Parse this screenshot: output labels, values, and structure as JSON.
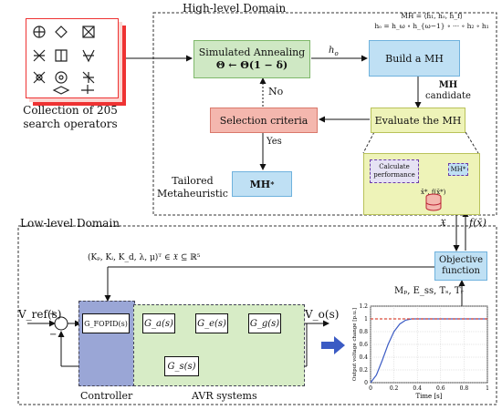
{
  "collection": {
    "caption_line1": "Collection of 205",
    "caption_line2": "search operators",
    "icons": [
      "operator-icon",
      "operator-icon",
      "operator-icon",
      "operator-icon",
      "operator-icon",
      "operator-icon",
      "operator-icon",
      "operator-icon",
      "operator-icon",
      "operator-icon",
      "operator-icon"
    ]
  },
  "high_level": {
    "title": "High-level Domain",
    "sa_line1": "Simulated Annealing",
    "sa_line2": "Θ ← Θ(1 − δ)",
    "h_label": "h",
    "h_sub": "o",
    "build_label": "Build a MH",
    "mh_formula1": "MH = ⟨h₁, hₒ, h_f⟩",
    "mh_formula2": "hₒ = h_ω ∘ h_{ω−1} ∘ ··· ∘ h₂ ∘ h₁",
    "candidate_line1": "MH",
    "candidate_line2": "candidate",
    "evaluate_label": "Evaluate the MH",
    "selection_label": "Selection criteria",
    "no_label": "No",
    "yes_label": "Yes",
    "tailored_line1": "Tailored",
    "tailored_line2": "Metaheuristic",
    "mh_star": "MH",
    "mh_star_sub": "*",
    "calc_line1": "Calculate",
    "calc_line2": "performance",
    "mh_star_small": "MH*",
    "xf_label": "x̄*, f(x̄*)",
    "set_x": "𝔛",
    "f_x": "f(x̄)"
  },
  "low_level": {
    "title": "Low-level Domain",
    "params": "(Kₚ, Kᵢ, K_d, λ, μ)ᵀ ∈ 𝔛 ⊆ ℝ⁵",
    "objective_line1": "Objective",
    "objective_line2": "function",
    "metrics": "Mₚ, E_ss, Tₛ, Tᵣ",
    "vref": "V_ref(s)",
    "gc_label": "G_FOPID(s)",
    "ga_label": "G_a(s)",
    "ge_label": "G_e(s)",
    "gg_label": "G_g(s)",
    "gs_label": "G_s(s)",
    "vo": "V_o(s)",
    "controller": "Controller",
    "avr": "AVR systems",
    "plus_sign": "+",
    "minus_sign": "−"
  },
  "chart_data": {
    "type": "line",
    "title": "",
    "xlabel": "Time [s]",
    "ylabel": "Output voltage change [p.u.]",
    "xlim": [
      0,
      1
    ],
    "ylim": [
      0,
      1.2
    ],
    "x_ticks": [
      "0",
      "0.2",
      "0.4",
      "0.6",
      "0.8",
      "1"
    ],
    "y_ticks": [
      "0",
      "0.2",
      "0.4",
      "0.6",
      "0.8",
      "1",
      "1.2"
    ],
    "grid": true,
    "series": [
      {
        "name": "",
        "color": "#3b5bc4",
        "style": "solid",
        "x": [
          0,
          0.05,
          0.1,
          0.15,
          0.2,
          0.25,
          0.3,
          0.35,
          0.4,
          0.5,
          0.6,
          0.7,
          0.8,
          0.9,
          1.0
        ],
        "y": [
          0,
          0.12,
          0.35,
          0.6,
          0.8,
          0.92,
          0.98,
          1.0,
          1.0,
          1.0,
          1.0,
          1.0,
          1.0,
          1.0,
          1.0
        ]
      },
      {
        "name": "",
        "color": "#d94a3a",
        "style": "dashed",
        "x": [
          0,
          1
        ],
        "y": [
          1.0,
          1.0
        ]
      }
    ]
  },
  "colors": {
    "green_box": "#cfe8c4",
    "blue_box": "#bfe0f4",
    "red_box": "#f4b7ae",
    "yellow_box": "#eef3b8",
    "controller_bg": "#9aa6d6",
    "avr_bg": "#d7ecc6",
    "arrow_blue": "#3b5bc4"
  }
}
